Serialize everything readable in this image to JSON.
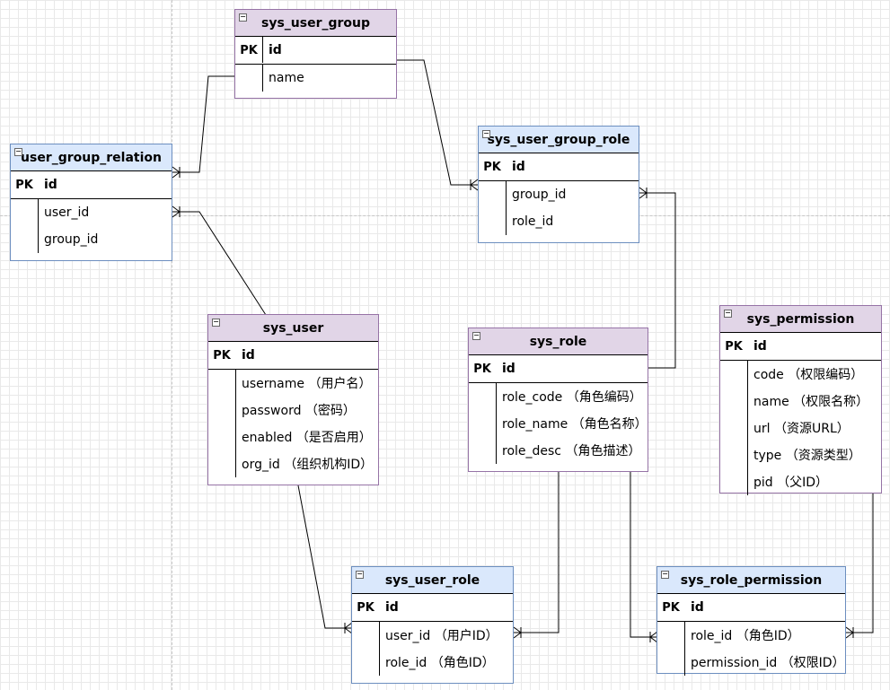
{
  "tables": {
    "sys_user_group": {
      "title": "sys_user_group",
      "pk_label": "PK",
      "pk_field": "id",
      "fields": [
        "name"
      ]
    },
    "user_group_relation": {
      "title": "user_group_relation",
      "pk_label": "PK",
      "pk_field": "id",
      "fields": [
        "user_id",
        "group_id"
      ]
    },
    "sys_user_group_role": {
      "title": "sys_user_group_role",
      "pk_label": "PK",
      "pk_field": "id",
      "fields": [
        "group_id",
        "role_id"
      ]
    },
    "sys_user": {
      "title": "sys_user",
      "pk_label": "PK",
      "pk_field": "id",
      "fields": [
        "username （用户名）",
        "password （密码）",
        "enabled （是否启用）",
        "org_id （组织机构ID）"
      ]
    },
    "sys_role": {
      "title": "sys_role",
      "pk_label": "PK",
      "pk_field": "id",
      "fields": [
        "role_code （角色编码）",
        "role_name （角色名称）",
        "role_desc （角色描述）"
      ]
    },
    "sys_permission": {
      "title": "sys_permission",
      "pk_label": "PK",
      "pk_field": "id",
      "fields": [
        "code （权限编码）",
        "name （权限名称）",
        "url （资源URL）",
        "type （资源类型）",
        "pid （父ID）"
      ]
    },
    "sys_user_role": {
      "title": "sys_user_role",
      "pk_label": "PK",
      "pk_field": "id",
      "fields": [
        "user_id （用户ID）",
        "role_id （角色ID）"
      ]
    },
    "sys_role_permission": {
      "title": "sys_role_permission",
      "pk_label": "PK",
      "pk_field": "id",
      "fields": [
        "role_id （角色ID）",
        "permission_id （权限ID）"
      ]
    }
  },
  "colors": {
    "purple_border": "#9673a6",
    "purple_header": "#e1d5e7",
    "blue_border": "#6c8ebf",
    "blue_header": "#dae8fc"
  }
}
